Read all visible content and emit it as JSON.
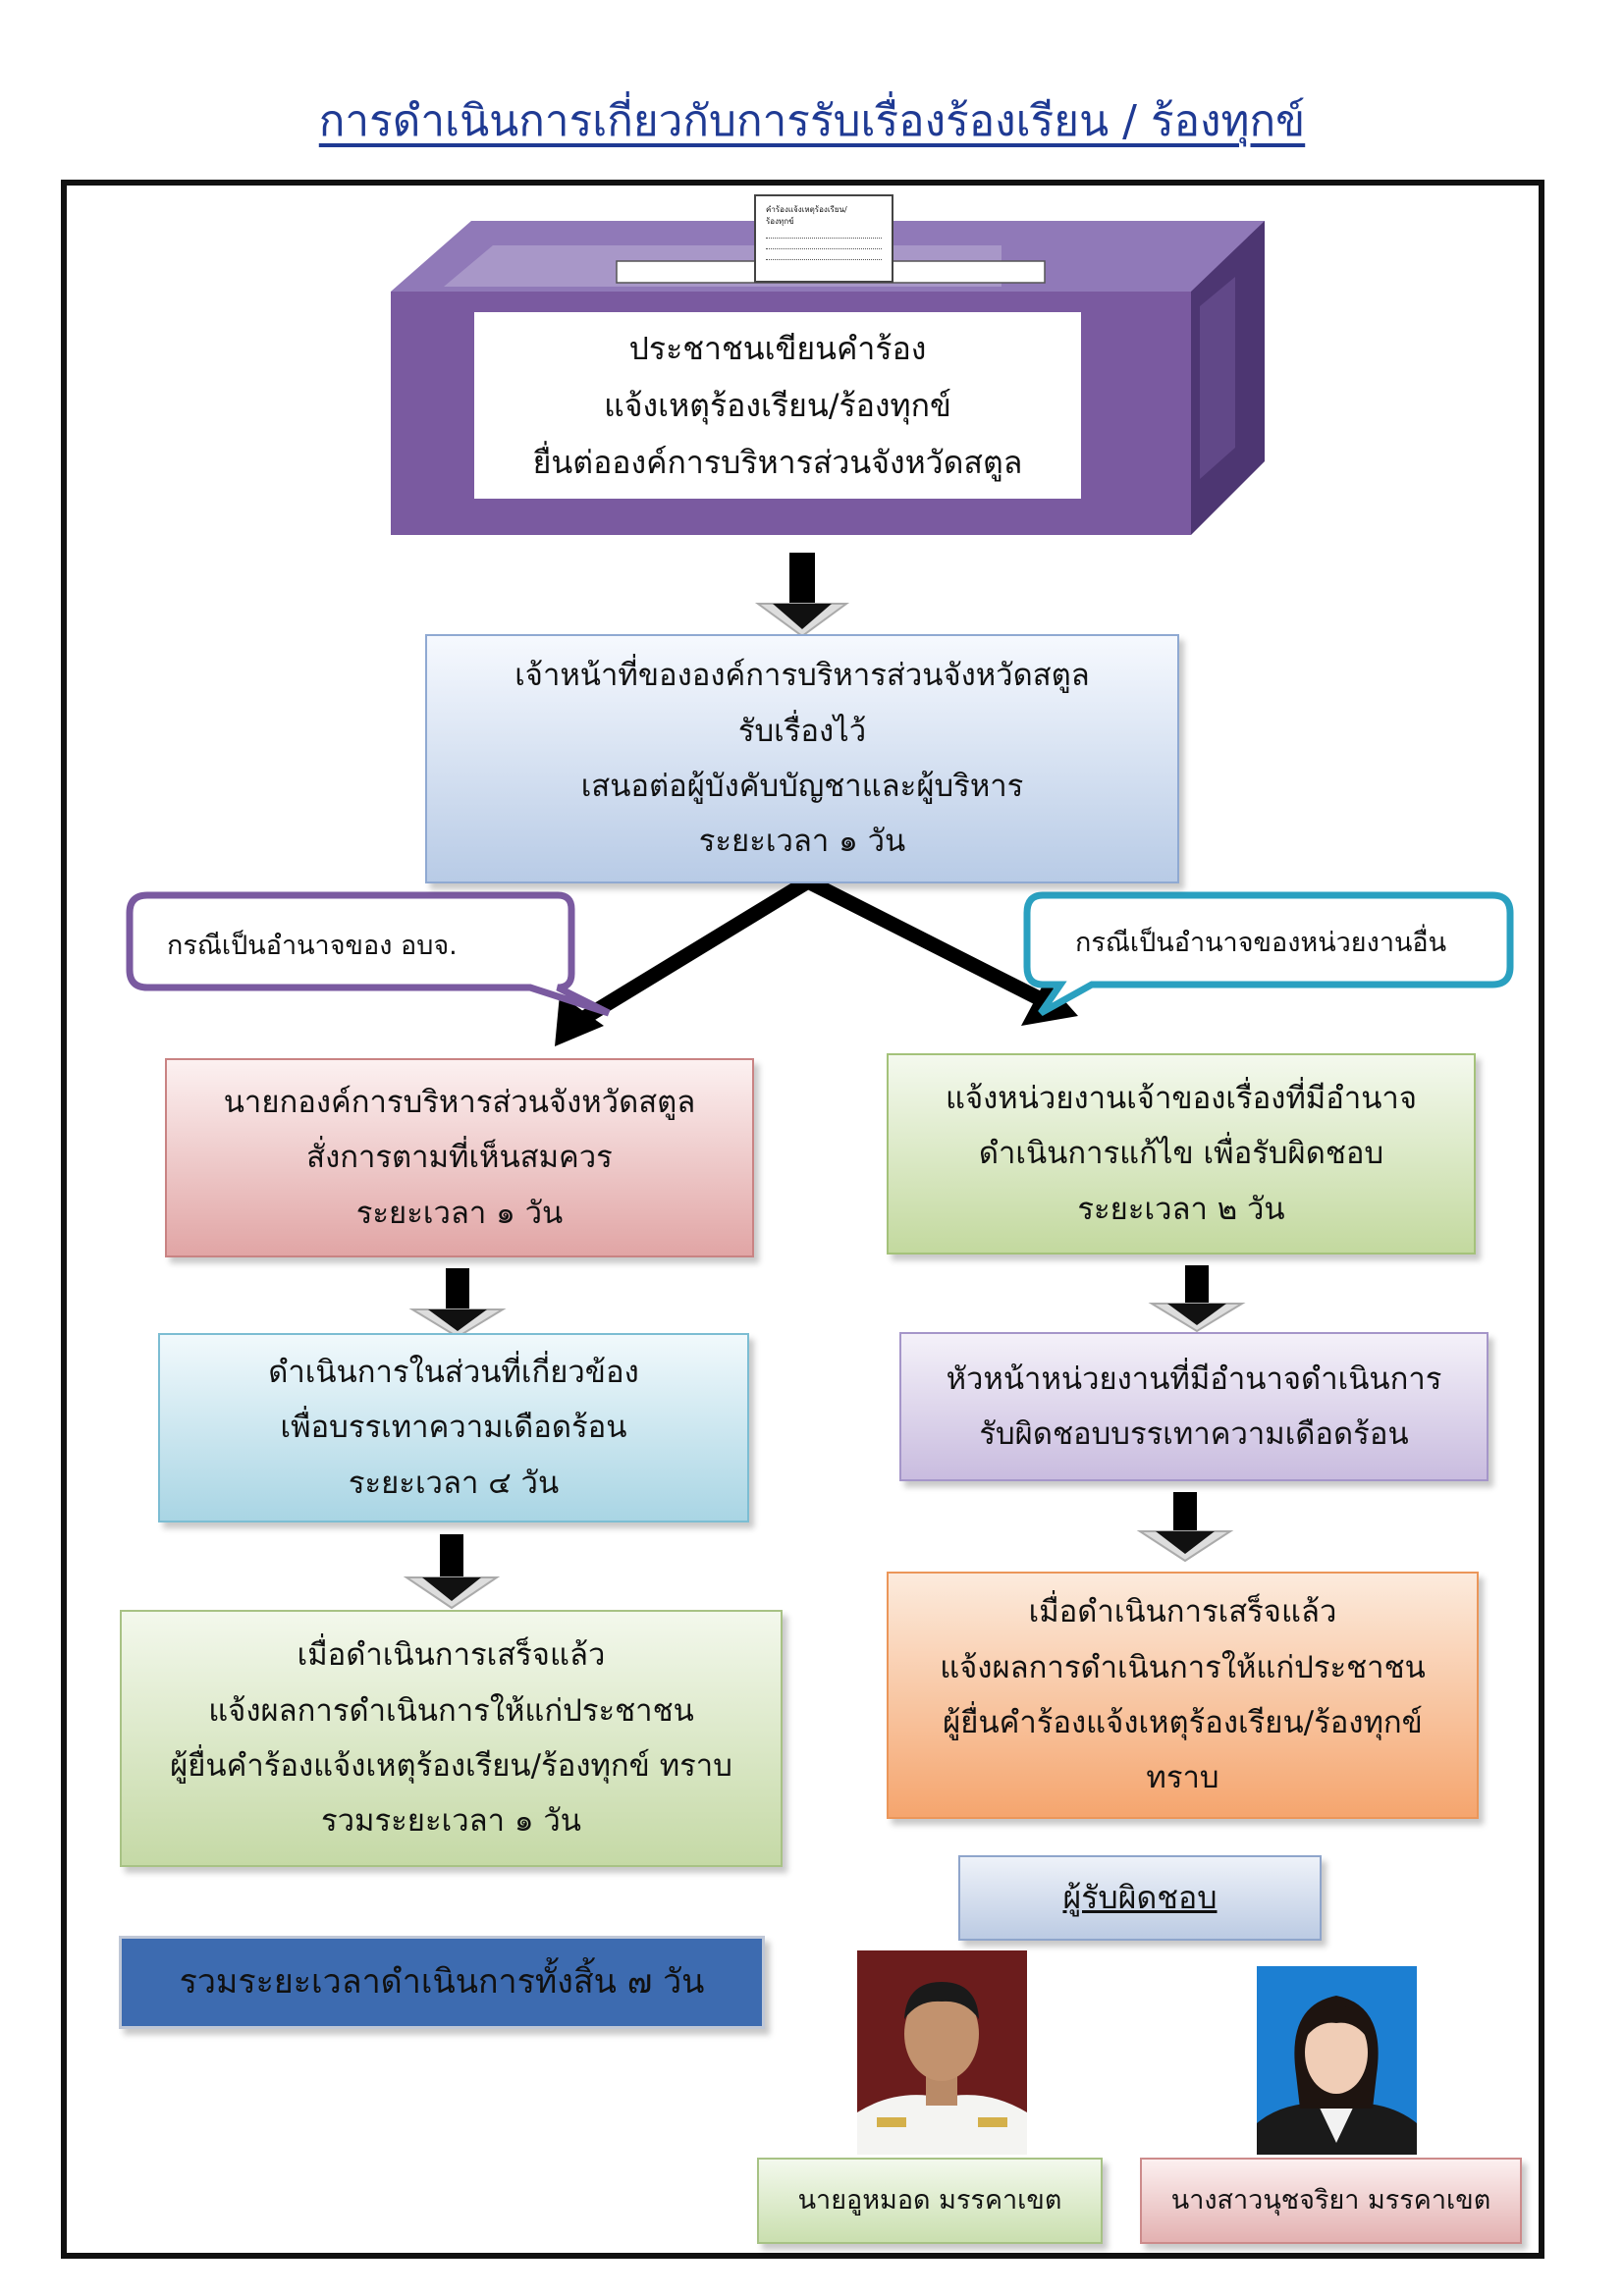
{
  "title": "การดำเนินการเกี่ยวกับการรับเรื่องร้องเรียน / ร้องทุกข์",
  "complaint_box": {
    "note_heading_line1": "คำร้องแจ้งเหตุร้องเรียน/",
    "note_heading_line2": "ร้องทุกข์",
    "lines": [
      "ประชาชนเขียนคำร้อง",
      "แจ้งเหตุร้องเรียน/ร้องทุกข์",
      "ยื่นต่อองค์การบริหารส่วนจังหวัดสตูล"
    ]
  },
  "staff_box": {
    "lines": [
      "เจ้าหน้าที่ขององค์การบริหารส่วนจังหวัดสตูล",
      "รับเรื่องไว้",
      "เสนอต่อผู้บังคับบัญชาและผู้บริหาร",
      "ระยะเวลา  ๑  วัน"
    ]
  },
  "callouts": {
    "left": "กรณีเป็นอำนาจของ  อบจ.",
    "right": "กรณีเป็นอำนาจของหน่วยงานอื่น"
  },
  "left_branch": {
    "president": [
      "นายกองค์การบริหารส่วนจังหวัดสตูล",
      "สั่งการตามที่เห็นสมควร",
      "ระยะเวลา  ๑  วัน"
    ],
    "execute": [
      "ดำเนินการในส่วนที่เกี่ยวข้อง",
      "เพื่อบรรเทาความเดือดร้อน",
      "ระยะเวลา  ๔  วัน"
    ],
    "done": [
      "เมื่อดำเนินการเสร็จแล้ว",
      "แจ้งผลการดำเนินการให้แก่ประชาชน",
      "ผู้ยื่นคำร้องแจ้งเหตุร้องเรียน/ร้องทุกข์  ทราบ",
      "รวมระยะเวลา  ๑  วัน"
    ]
  },
  "right_branch": {
    "notify": [
      "แจ้งหน่วยงานเจ้าของเรื่องที่มีอำนาจ",
      "ดำเนินการแก้ไข  เพื่อรับผิดชอบ",
      "ระยะเวลา  ๒  วัน"
    ],
    "head": [
      "หัวหน้าหน่วยงานที่มีอำนาจดำเนินการ",
      "รับผิดชอบบรรเทาความเดือดร้อน"
    ],
    "done": [
      "เมื่อดำเนินการเสร็จแล้ว",
      "แจ้งผลการดำเนินการให้แก่ประชาชน",
      "ผู้ยื่นคำร้องแจ้งเหตุร้องเรียน/ร้องทุกข์",
      "ทราบ"
    ]
  },
  "total": "รวมระยะเวลาดำเนินการทั้งสิ้น  ๗  วัน",
  "responsible": {
    "label": "ผู้รับผิดชอบ",
    "person1": "นายอูหมอด มรรคาเขต",
    "person2": "นางสาวนุชจริยา มรรคาเขต"
  },
  "colors": {
    "box_purple": "#7a5aa0",
    "title_blue": "#1f3a93",
    "total_blue": "#3d6bb0"
  }
}
